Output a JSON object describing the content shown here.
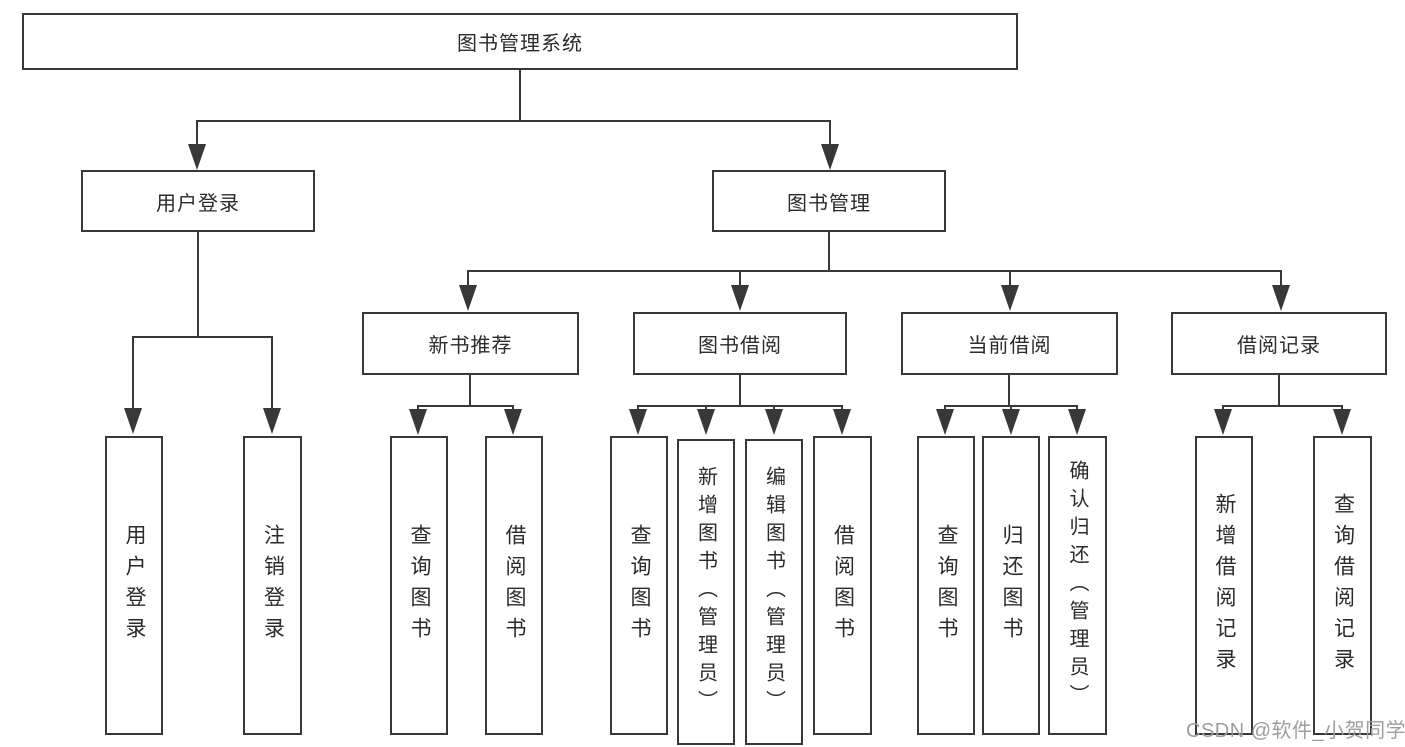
{
  "diagram": {
    "root": {
      "label": "图书管理系统"
    },
    "branches": [
      {
        "label": "用户登录",
        "children": [
          "用户登录",
          "注销登录"
        ]
      },
      {
        "label": "图书管理",
        "children": [
          {
            "label": "新书推荐",
            "children": [
              "查询图书",
              "借阅图书"
            ]
          },
          {
            "label": "图书借阅",
            "children": [
              "查询图书",
              "新增图书（管理员）",
              "编辑图书（管理员）",
              "借阅图书"
            ]
          },
          {
            "label": "当前借阅",
            "children": [
              "查询图书",
              "归还图书",
              "确认归还（管理员）"
            ]
          },
          {
            "label": "借阅记录",
            "children": [
              "新增借阅记录",
              "查询借阅记录"
            ]
          }
        ]
      }
    ]
  },
  "watermark": {
    "text": "CSDN @软件_小贺同学"
  },
  "colors": {
    "line": "#383838",
    "text": "#2b2b2b",
    "watermark": "#9e9e9e",
    "background": "#ffffff"
  }
}
